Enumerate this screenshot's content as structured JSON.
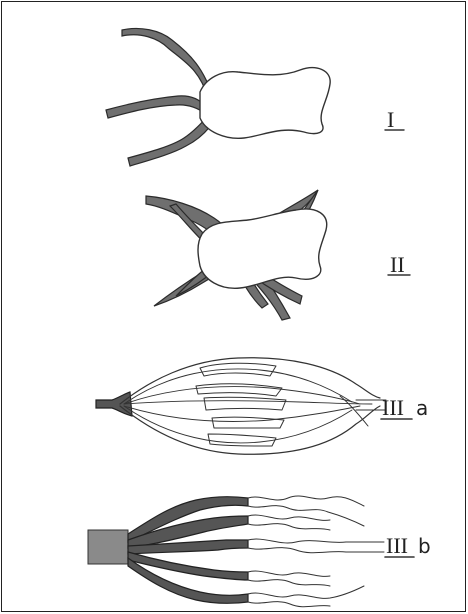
{
  "figures": [
    {
      "label": "I",
      "suffix": ""
    },
    {
      "label": "II",
      "suffix": ""
    },
    {
      "label": "III",
      "suffix": "a"
    },
    {
      "label": "III",
      "suffix": "b"
    }
  ]
}
